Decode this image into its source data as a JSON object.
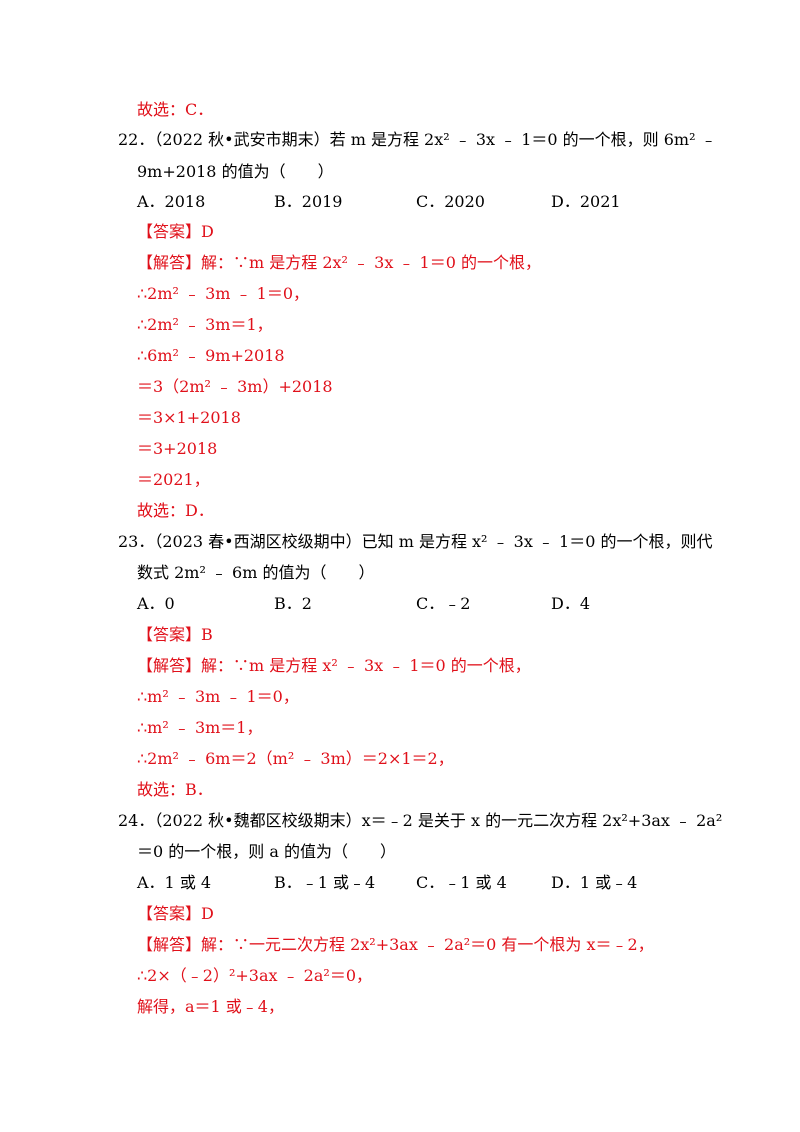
{
  "prev_answer": {
    "conclusion": "故选：C．"
  },
  "questions": [
    {
      "line1": "22．（2022 秋•武安市期末）若 m 是方程 2x² ﹣ 3x ﹣ 1＝0 的一个根，则 6m² ﹣",
      "line2": "9m+2018 的值为（　　）",
      "options": [
        "A．2018",
        "B．2019",
        "C．2020",
        "D．2021"
      ],
      "answer": "【答案】D",
      "solution": [
        "【解答】解：∵m 是方程 2x² ﹣ 3x ﹣ 1＝0 的一个根，",
        "∴2m² ﹣ 3m ﹣ 1＝0，",
        "∴2m² ﹣ 3m＝1，",
        "∴6m² ﹣ 9m+2018",
        "＝3（2m² ﹣ 3m）+2018",
        "＝3×1+2018",
        "＝3+2018",
        "＝2021，",
        "故选：D．"
      ]
    },
    {
      "line1": "23．（2023 春•西湖区校级期中）已知 m 是方程 x² ﹣ 3x ﹣ 1＝0 的一个根，则代",
      "line2": "数式 2m² ﹣ 6m 的值为（　　）",
      "options": [
        "A．0",
        "B．2",
        "C．﹣2",
        "D．4"
      ],
      "answer": "【答案】B",
      "solution": [
        "【解答】解：∵m 是方程 x² ﹣ 3x ﹣ 1＝0 的一个根，",
        "∴m² ﹣ 3m ﹣ 1＝0，",
        "∴m² ﹣ 3m＝1，",
        "∴2m² ﹣ 6m＝2（m² ﹣ 3m）＝2×1＝2，",
        "故选：B．"
      ]
    },
    {
      "line1": "24．（2022 秋•魏都区校级期末）x＝﹣2 是关于 x 的一元二次方程 2x²+3ax ﹣ 2a²",
      "line2": "＝0 的一个根，则 a 的值为（　　）",
      "options": [
        "A．1 或 4",
        "B．﹣1 或﹣4",
        "C．﹣1 或 4",
        "D．1 或﹣4"
      ],
      "answer": "【答案】D",
      "solution": [
        "【解答】解：∵一元二次方程 2x²+3ax ﹣ 2a²＝0 有一个根为 x＝﹣2，",
        "∴2×（﹣2）²+3ax ﹣ 2a²＝0，",
        "解得，a＝1 或﹣4，"
      ]
    }
  ]
}
